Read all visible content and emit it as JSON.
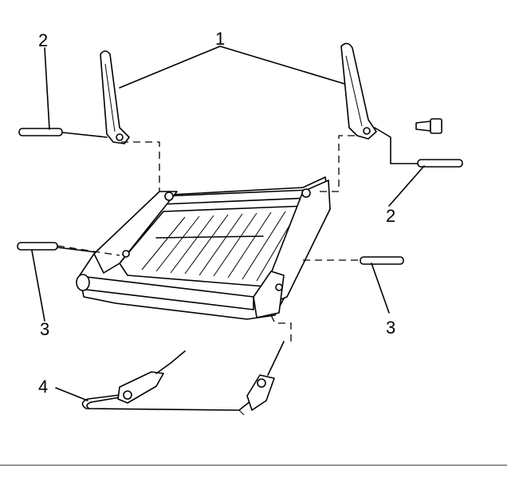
{
  "callouts": [
    {
      "id": "c1",
      "text": "1"
    },
    {
      "id": "c2a",
      "text": "2"
    },
    {
      "id": "c2b",
      "text": "2"
    },
    {
      "id": "c3a",
      "text": "3"
    },
    {
      "id": "c3b",
      "text": "3"
    },
    {
      "id": "c4",
      "text": "4"
    }
  ]
}
